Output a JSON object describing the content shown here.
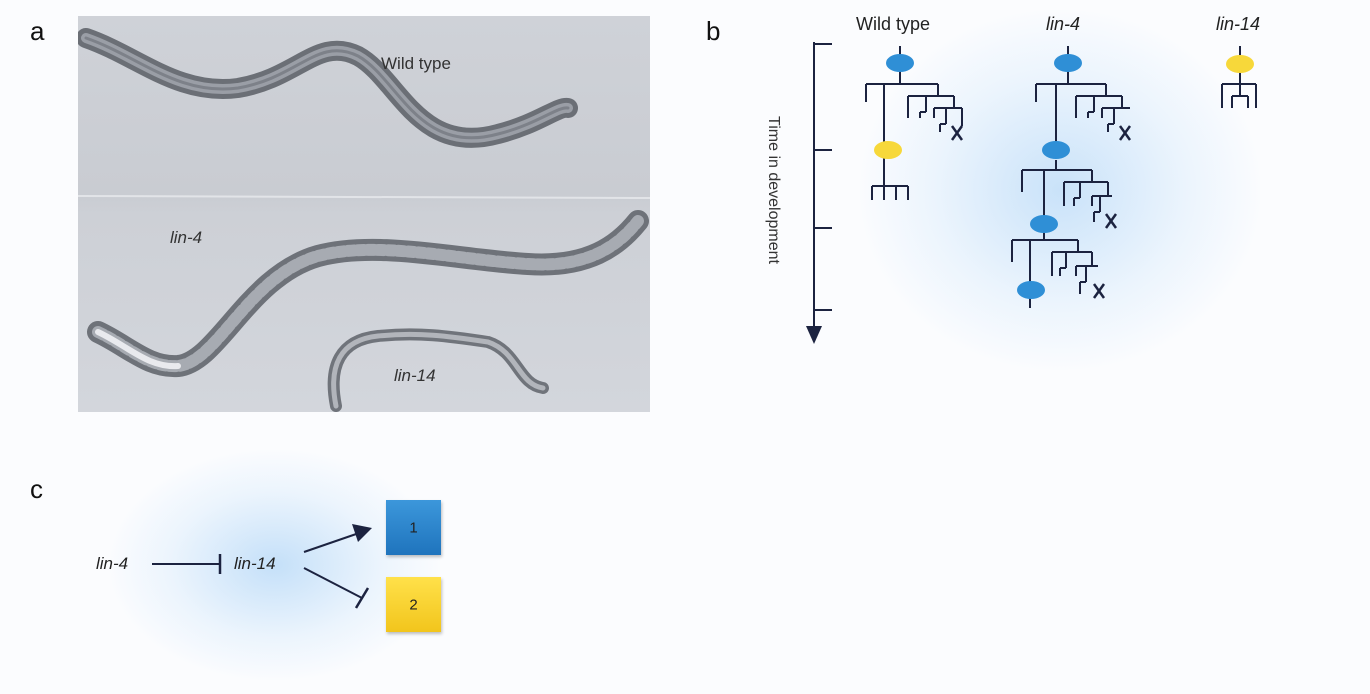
{
  "panel_a": {
    "letter": "a",
    "labels": {
      "wild_type": "Wild type",
      "lin4": "lin-4",
      "lin14": "lin-14"
    }
  },
  "panel_b": {
    "letter": "b",
    "headers": {
      "wild_type": "Wild type",
      "lin4": "lin-4",
      "lin14": "lin-14"
    },
    "axis_label": "Time in development"
  },
  "panel_c": {
    "letter": "c",
    "lin4": "lin-4",
    "lin14": "lin-14",
    "box1": "1",
    "box2": "2"
  },
  "colors": {
    "blue_cell": "#2f8fd6",
    "yellow_cell": "#f7d83a",
    "line": "#1c2340"
  }
}
